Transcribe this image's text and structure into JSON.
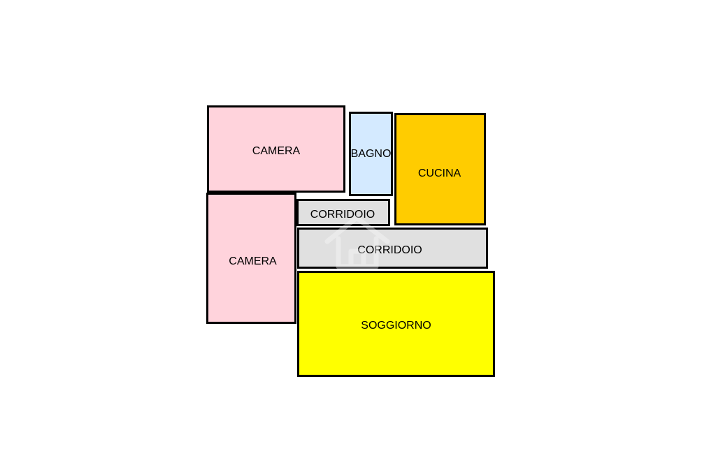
{
  "rooms": {
    "camera_top": {
      "label": "CAMERA",
      "color": "#ffd3dc"
    },
    "camera_bottom": {
      "label": "CAMERA",
      "color": "#ffd3dc"
    },
    "bagno": {
      "label": "BAGNO",
      "color": "#d4eaff"
    },
    "cucina": {
      "label": "CUCINA",
      "color": "#ffcc00"
    },
    "corridoio_small": {
      "label": "CORRIDOIO",
      "color": "#e0e0e0"
    },
    "corridoio_large": {
      "label": "CORRIDOIO",
      "color": "#e0e0e0"
    },
    "soggiorno": {
      "label": "SOGGIORNO",
      "color": "#ffff00"
    }
  },
  "colors": {
    "wall": "#000000",
    "background": "#ffffff"
  },
  "watermark": {
    "icon": "house-logo-icon"
  }
}
